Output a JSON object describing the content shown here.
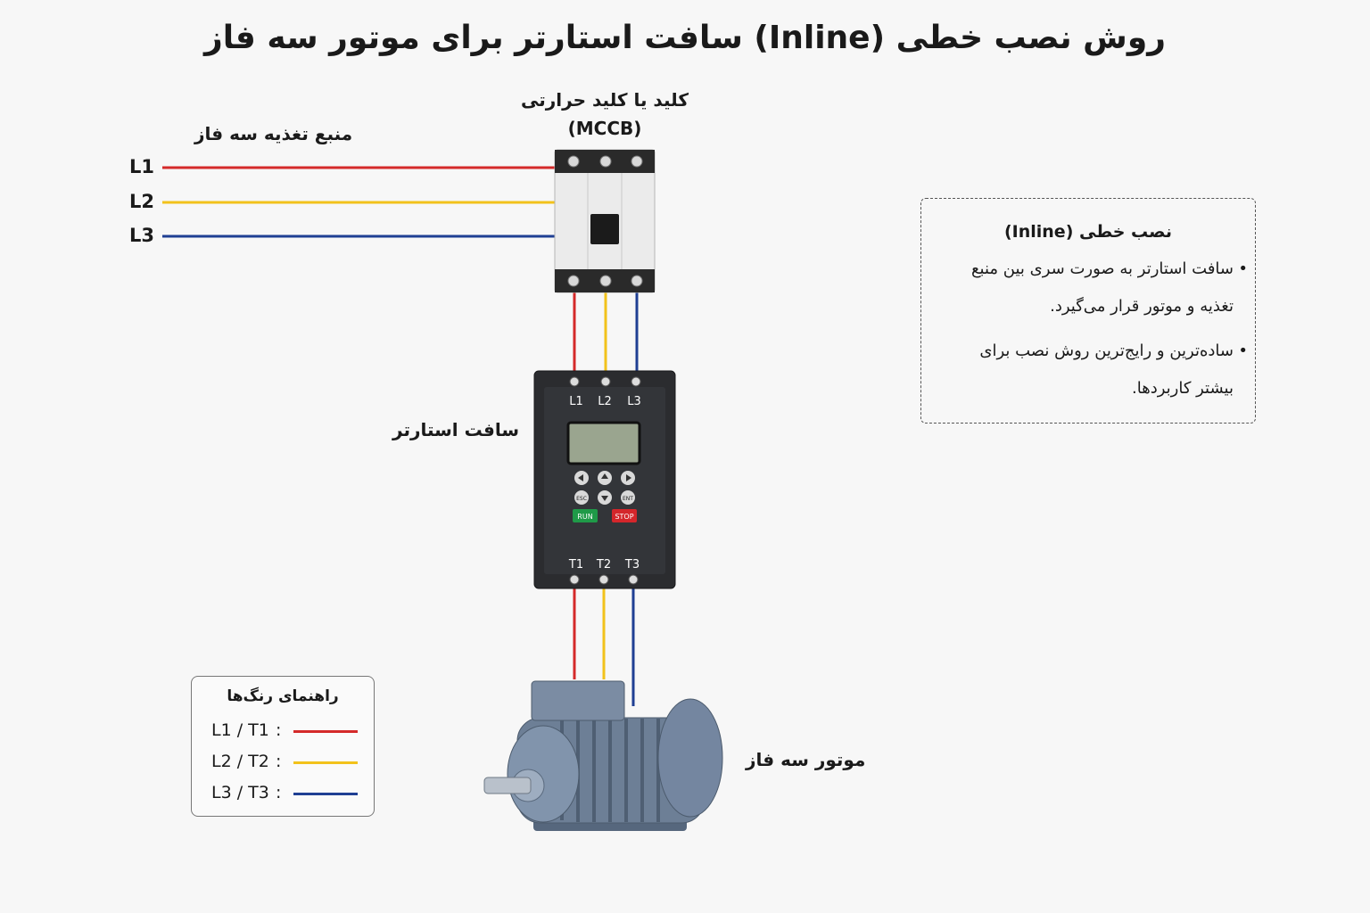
{
  "title": "روش نصب خطی (Inline) سافت استارتر برای موتور سه فاز",
  "labels": {
    "supply": "منبع تغذیه سه فاز",
    "mccb_line1": "کلید یا کلید حرارتی",
    "mccb_line2": "(MCCB)",
    "soft_starter": "سافت استارتر",
    "motor": "موتور سه فاز"
  },
  "lines": [
    "L1",
    "L2",
    "L3"
  ],
  "starter_inputs": [
    "L1",
    "L2",
    "L3"
  ],
  "starter_outputs": [
    "T1",
    "T2",
    "T3"
  ],
  "keypad": {
    "esc": "ESC",
    "ent": "ENT",
    "run": "RUN",
    "stop": "STOP"
  },
  "info": {
    "title": "نصب خطی (Inline)",
    "bullets": [
      "سافت استارتر به صورت سری بین منبع تغذیه و موتور قرار می‌گیرد.",
      "ساده‌ترین و رایج‌ترین روش نصب برای بیشتر کاربردها."
    ]
  },
  "legend": {
    "title": "راهنمای رنگ‌ها",
    "items": [
      {
        "label": "L1 / T1",
        "sep": ":",
        "color": "#d42a2a"
      },
      {
        "label": "L2 / T2",
        "sep": ":",
        "color": "#f2c21b"
      },
      {
        "label": "L3 / T3",
        "sep": ":",
        "color": "#1f3f93"
      }
    ]
  },
  "colors": {
    "red": "#d42a2a",
    "yellow": "#f2c21b",
    "blue": "#1f3f93"
  }
}
